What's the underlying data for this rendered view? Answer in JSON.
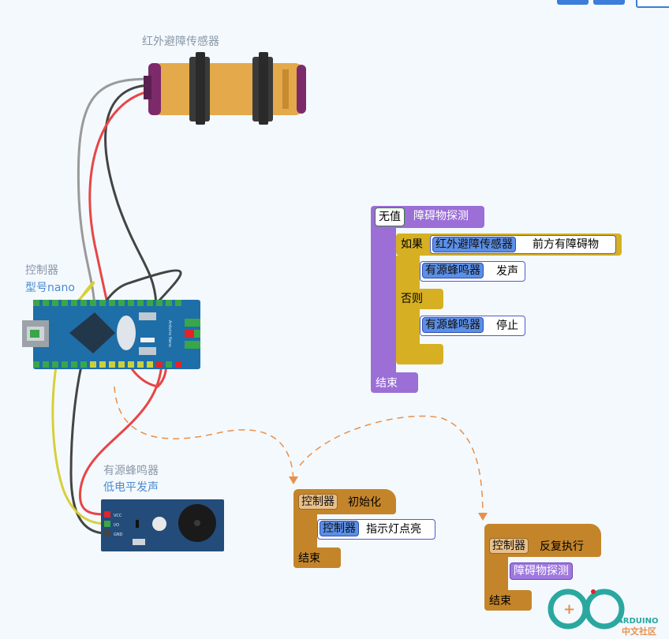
{
  "labels": {
    "sensor": "红外避障传感器",
    "controller": "控制器",
    "controller_model": "型号nano",
    "buzzer": "有源蜂鸣器",
    "buzzer_mode": "低电平发声"
  },
  "func_block": {
    "return_type": "无值",
    "name": "障碍物探测",
    "if_label": "如果",
    "sensor_name": "红外避障传感器",
    "sensor_state": "前方有障碍物",
    "buzzer_name_1": "有源蜂鸣器",
    "buzzer_action_1": "发声",
    "else_label": "否则",
    "buzzer_name_2": "有源蜂鸣器",
    "buzzer_action_2": "停止",
    "end": "结束"
  },
  "init_block": {
    "controller": "控制器",
    "title": "初始化",
    "sub_controller": "控制器",
    "sub_action": "指示灯点亮",
    "end": "结束"
  },
  "loop_block": {
    "controller": "控制器",
    "title": "反复执行",
    "call": "障碍物探测",
    "end": "结束"
  },
  "board": {
    "silk": "Arduino Nano"
  },
  "buzzer_pins": [
    "VCC",
    "I/O",
    "GND"
  ],
  "logo": {
    "brand": "ARDUINO",
    "subtitle": "中文社区"
  },
  "colors": {
    "purple_block": "#9b6fd6",
    "yellow_block": "#d6b022",
    "orange_block": "#c4852a",
    "wire_red": "#e84545",
    "wire_gray": "#9a9a9a",
    "wire_black": "#444444",
    "wire_yellow": "#d8cf3a",
    "dashed_orange": "#e8904a"
  }
}
